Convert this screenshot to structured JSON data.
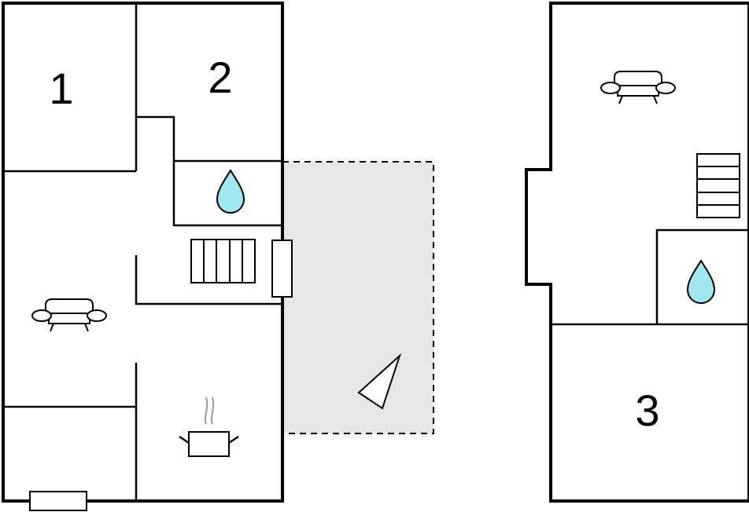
{
  "floor_plan": {
    "ground_floor": {
      "rooms": [
        {
          "number": "1"
        },
        {
          "number": "2"
        }
      ],
      "icons": [
        "water-drop-icon",
        "stairs-icon",
        "sofa-icon",
        "cooking-pot-icon",
        "window-icon",
        "door-icon"
      ]
    },
    "terrace": {
      "icons": [
        "compass-north-icon"
      ]
    },
    "upper_floor": {
      "rooms": [
        {
          "number": "3"
        }
      ],
      "icons": [
        "sofa-icon",
        "stairs-icon",
        "water-drop-icon"
      ]
    },
    "colors": {
      "walls": "#000000",
      "terrace_fill": "#e6e6e6",
      "water": "#9fe8ef"
    }
  }
}
